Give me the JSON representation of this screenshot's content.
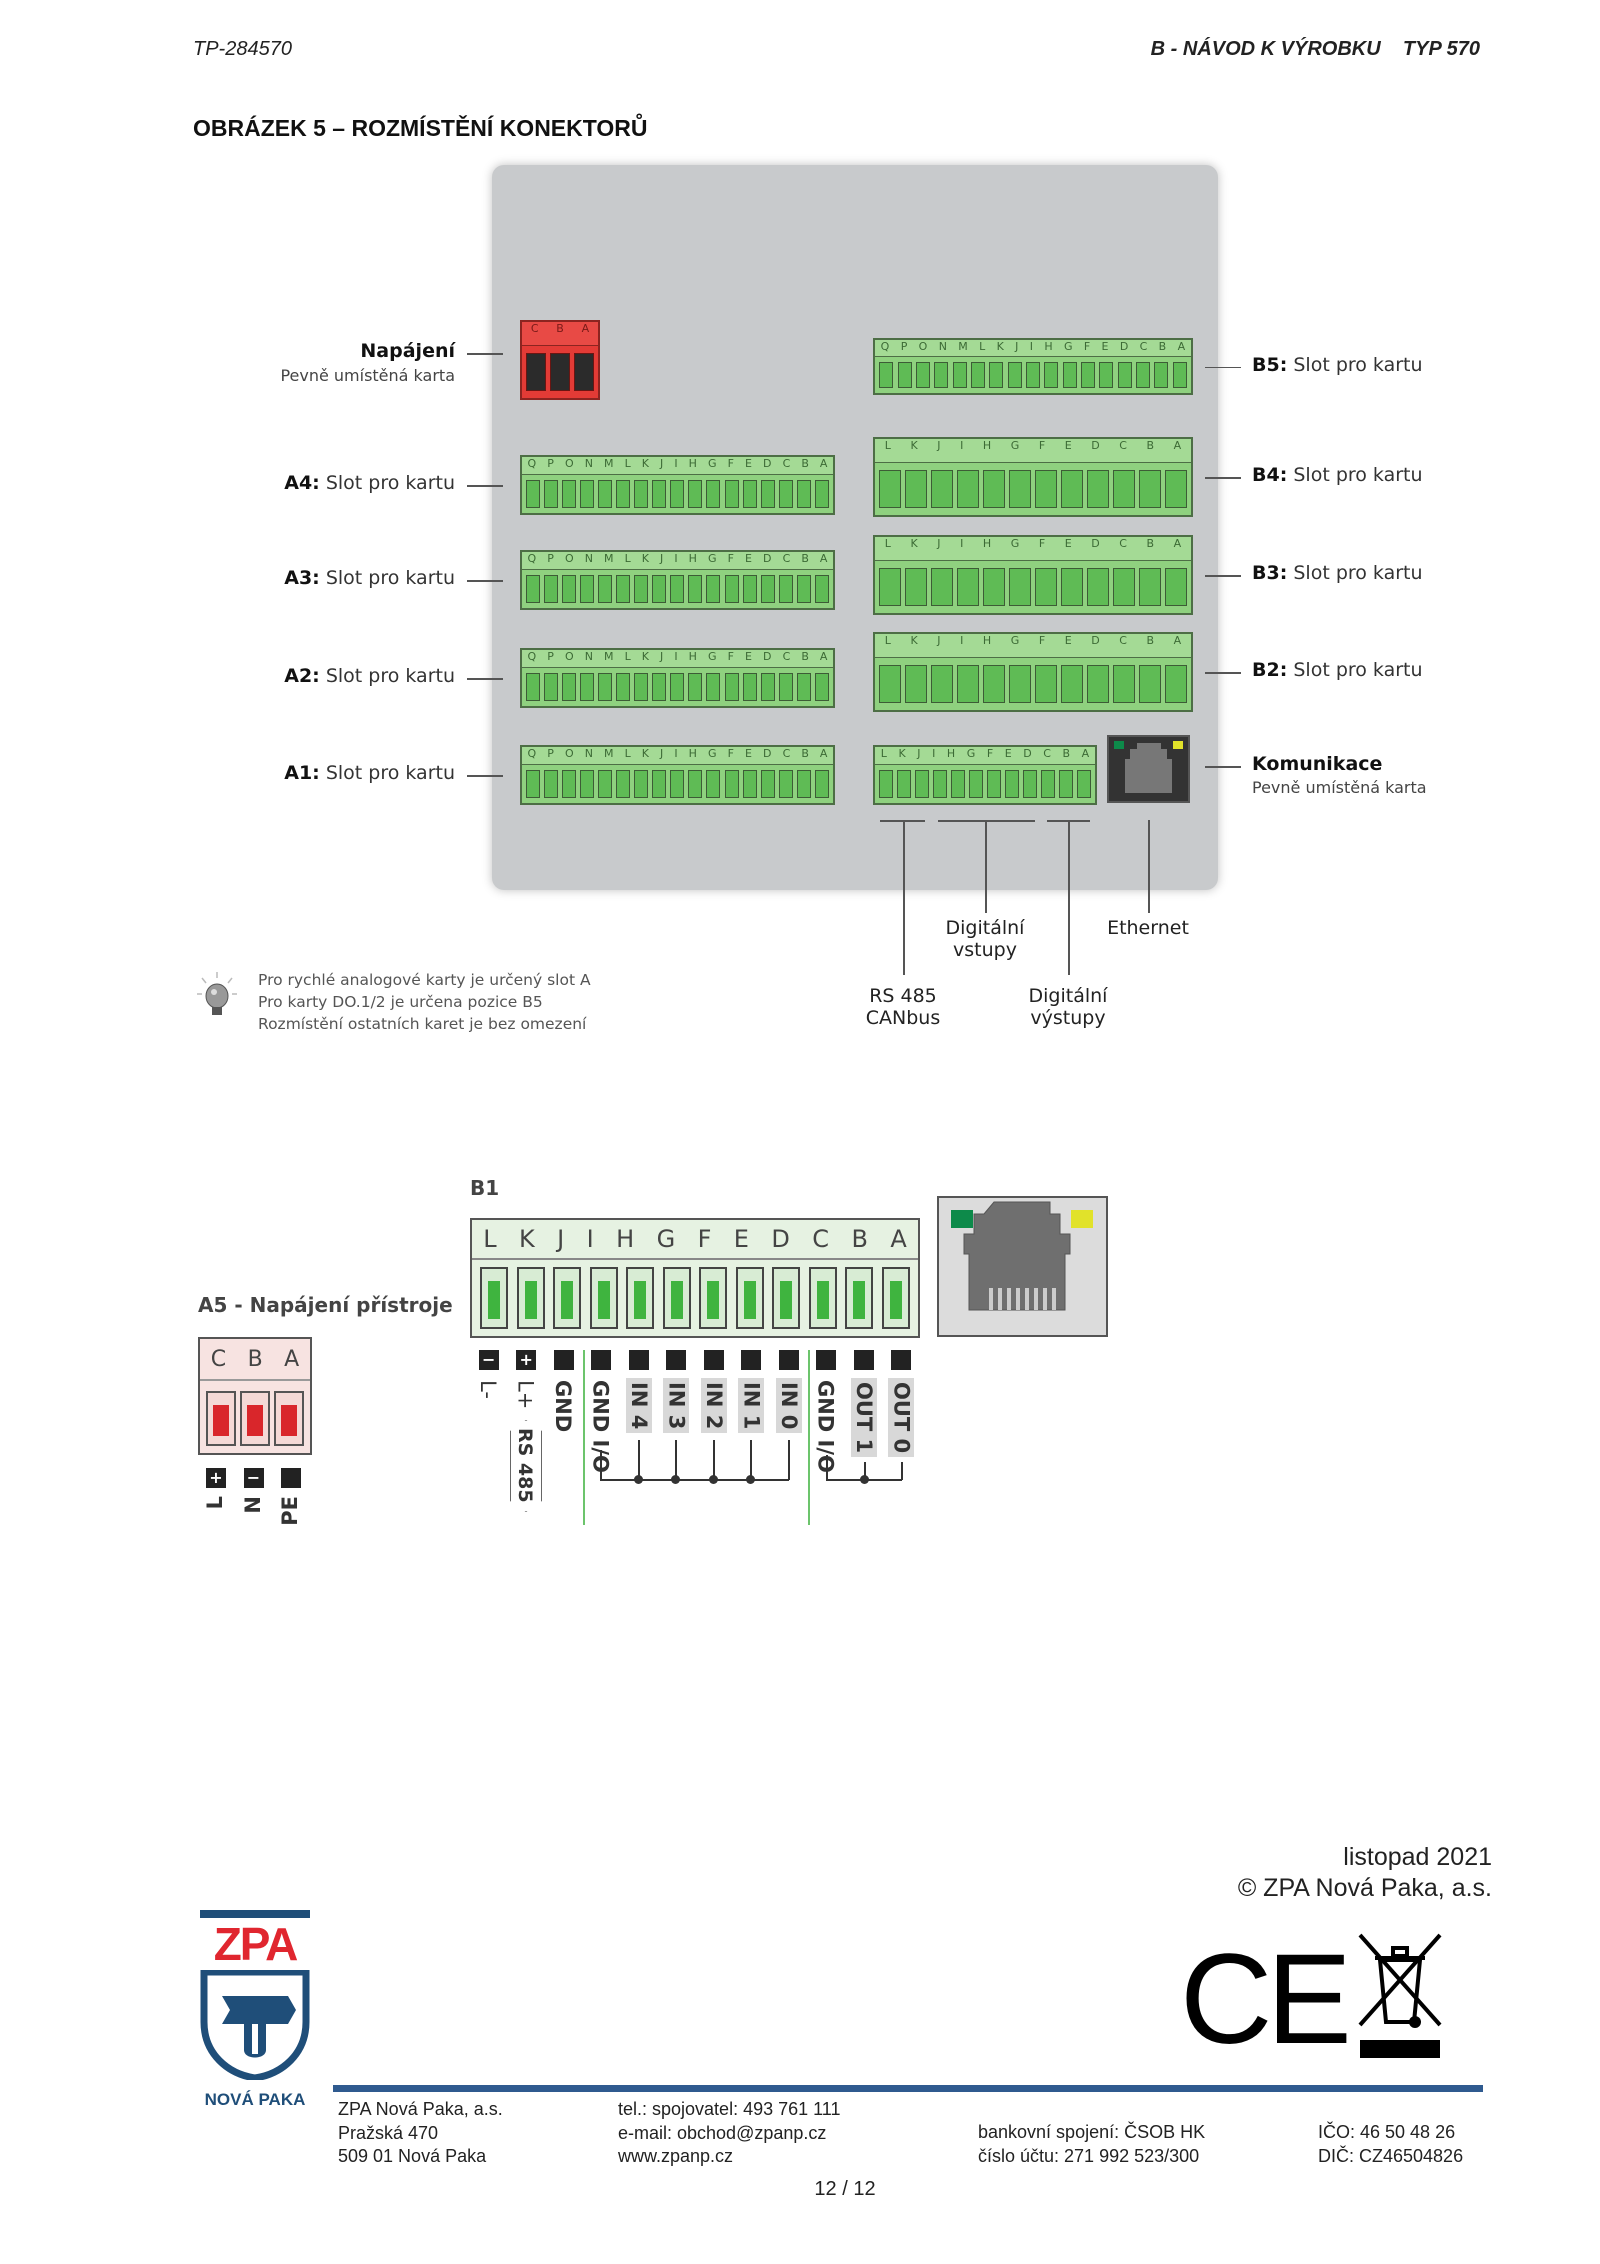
{
  "header": {
    "doc_id": "TP-284570",
    "doc_title": "B - NÁVOD K VÝROBKU    TYP 570"
  },
  "figure_title": "OBRÁZEK 5 – ROZMÍSTĚNÍ KONEKTORŮ",
  "panel": {
    "power": {
      "label": "Napájení",
      "sublabel": "Pevně umístěná karta",
      "letters": [
        "C",
        "B",
        "A"
      ]
    },
    "slots_left": [
      {
        "id": "A4",
        "label": "A4:",
        "text": "Slot pro kartu",
        "letters": [
          "Q",
          "P",
          "O",
          "N",
          "M",
          "L",
          "K",
          "J",
          "I",
          "H",
          "G",
          "F",
          "E",
          "D",
          "C",
          "B",
          "A"
        ]
      },
      {
        "id": "A3",
        "label": "A3:",
        "text": "Slot pro kartu",
        "letters": [
          "Q",
          "P",
          "O",
          "N",
          "M",
          "L",
          "K",
          "J",
          "I",
          "H",
          "G",
          "F",
          "E",
          "D",
          "C",
          "B",
          "A"
        ]
      },
      {
        "id": "A2",
        "label": "A2:",
        "text": "Slot pro kartu",
        "letters": [
          "Q",
          "P",
          "O",
          "N",
          "M",
          "L",
          "K",
          "J",
          "I",
          "H",
          "G",
          "F",
          "E",
          "D",
          "C",
          "B",
          "A"
        ]
      },
      {
        "id": "A1",
        "label": "A1:",
        "text": "Slot pro kartu",
        "letters": [
          "Q",
          "P",
          "O",
          "N",
          "M",
          "L",
          "K",
          "J",
          "I",
          "H",
          "G",
          "F",
          "E",
          "D",
          "C",
          "B",
          "A"
        ]
      }
    ],
    "slots_right": [
      {
        "id": "B5",
        "label": "B5:",
        "text": "Slot pro kartu",
        "letters": [
          "Q",
          "P",
          "O",
          "N",
          "M",
          "L",
          "K",
          "J",
          "I",
          "H",
          "G",
          "F",
          "E",
          "D",
          "C",
          "B",
          "A"
        ]
      },
      {
        "id": "B4",
        "label": "B4:",
        "text": "Slot pro kartu",
        "letters": [
          "L",
          "K",
          "J",
          "I",
          "H",
          "G",
          "F",
          "E",
          "D",
          "C",
          "B",
          "A"
        ]
      },
      {
        "id": "B3",
        "label": "B3:",
        "text": "Slot pro kartu",
        "letters": [
          "L",
          "K",
          "J",
          "I",
          "H",
          "G",
          "F",
          "E",
          "D",
          "C",
          "B",
          "A"
        ]
      },
      {
        "id": "B2",
        "label": "B2:",
        "text": "Slot pro kartu",
        "letters": [
          "L",
          "K",
          "J",
          "I",
          "H",
          "G",
          "F",
          "E",
          "D",
          "C",
          "B",
          "A"
        ]
      }
    ],
    "b1_small_letters": [
      "L",
      "K",
      "J",
      "I",
      "H",
      "G",
      "F",
      "E",
      "D",
      "C",
      "B",
      "A"
    ],
    "comm": {
      "label": "Komunikace",
      "sublabel": "Pevně umístěná karta"
    },
    "annotations": {
      "dig_in": "Digitální\nvstupy",
      "ethernet": "Ethernet",
      "rs485": "RS 485\nCANbus",
      "dig_out": "Digitální\nvýstupy"
    }
  },
  "tips": [
    "Pro rychlé analogové karty je určený slot A",
    "Pro karty DO.1/2 je určena pozice B5",
    "Rozmístění ostatních karet je bez omezení"
  ],
  "b1_detail": {
    "title": "B1",
    "letters": [
      "L",
      "K",
      "J",
      "I",
      "H",
      "G",
      "F",
      "E",
      "D",
      "C",
      "B",
      "A"
    ],
    "pin_marks": [
      "−",
      "+",
      "",
      "",
      "",
      "",
      "",
      "",
      "",
      "",
      "",
      ""
    ],
    "pin_labels": [
      "L-",
      "L+",
      "GND",
      "GND I/O",
      "IN 4",
      "IN 3",
      "IN 2",
      "IN 1",
      "IN 0",
      "GND I/O",
      "OUT 1",
      "OUT 0"
    ],
    "rs485": "RS 485"
  },
  "a5_detail": {
    "title": "A5 - Napájení přístroje",
    "letters": [
      "C",
      "B",
      "A"
    ],
    "pin_marks": [
      "+",
      "−",
      ""
    ],
    "pin_labels": [
      "L",
      "N",
      "PE"
    ]
  },
  "date": "listopad 2021",
  "copyright": "© ZPA Nová Paka, a.s.",
  "logo": {
    "text": "ZPA",
    "subtext": "NOVÁ PAKA"
  },
  "marks": {
    "ce": "CE"
  },
  "footer": {
    "col1": [
      "ZPA Nová Paka, a.s.",
      "Pražská 470",
      "509 01 Nová Paka"
    ],
    "col2": [
      "tel.: spojovatel: 493 761 111",
      "e-mail: obchod@zpanp.cz",
      "www.zpanp.cz"
    ],
    "col3": [
      "bankovní spojení: ČSOB HK",
      "číslo účtu: 271 992 523/300"
    ],
    "col4": [
      "IČO: 46 50 48 26",
      "DIČ: CZ46504826"
    ],
    "page": "12 / 12"
  }
}
